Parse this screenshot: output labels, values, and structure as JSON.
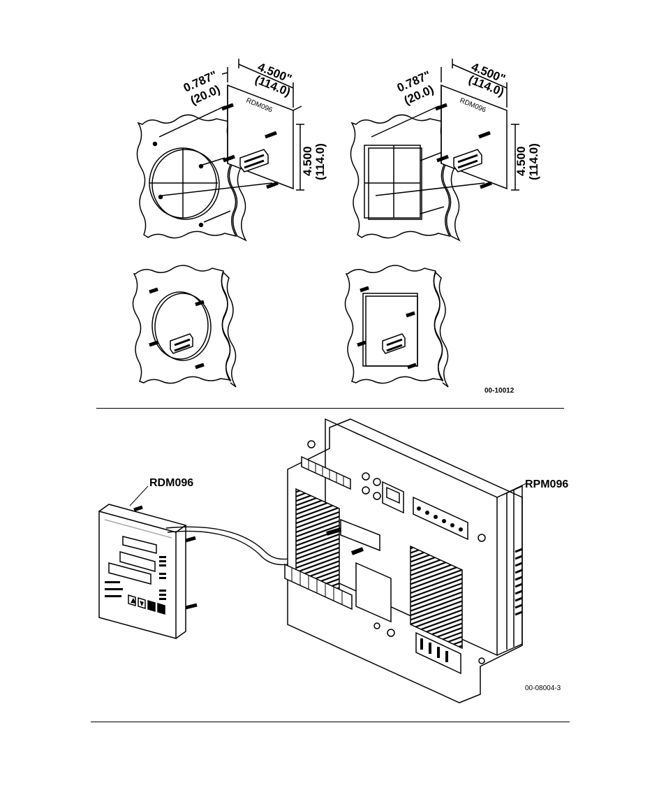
{
  "figure_top": {
    "left_panel": {
      "dim_depth_in": "0.787\"",
      "dim_depth_mm": "(20.0)",
      "dim_width_in": "4.500\"",
      "dim_width_mm": "(114.0)",
      "dim_height_in": "4.500",
      "dim_height_mm": "(114.0)",
      "unit_label": "RDM096"
    },
    "right_panel": {
      "dim_depth_in": "0.787\"",
      "dim_depth_mm": "(20.0)",
      "dim_width_in": "4.500\"",
      "dim_width_mm": "(114.0)",
      "dim_height_in": "4.500",
      "dim_height_mm": "(114.0)",
      "unit_label": "RDM096"
    },
    "figure_id": "00-10012"
  },
  "figure_bottom": {
    "left_label": "RDM096",
    "right_label": "RPM096",
    "figure_id": "00-08004-3"
  }
}
